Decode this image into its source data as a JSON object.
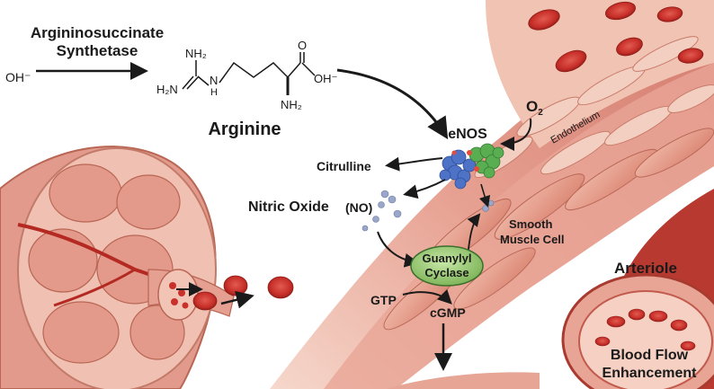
{
  "enzyme": {
    "line1": "Argininosuccinate",
    "line2": "Synthetase"
  },
  "left_fragment": "OH⁻",
  "molecule": {
    "nh2_top": "NH₂",
    "h2n": "H₂N",
    "nh": "N",
    "h": "H",
    "o": "O",
    "oh": "OH⁻",
    "nh2_bottom": "NH₂",
    "name": "Arginine"
  },
  "labels": {
    "enos": "eNOS",
    "o2": "O",
    "o2_sub": "2",
    "endothelium": "Endothelium",
    "citrulline": "Citrulline",
    "nitric_oxide": "Nitric Oxide",
    "no": "(NO)",
    "smooth_line1": "Smooth",
    "smooth_line2": "Muscle Cell",
    "guanylyl_line1": "Guanylyl",
    "guanylyl_line2": "Cyclase",
    "gtp": "GTP",
    "cgmp": "cGMP",
    "arteriole": "Arteriole",
    "blood_line1": "Blood Flow",
    "blood_line2": "Enhancement"
  },
  "colors": {
    "vessel": "#d9867a",
    "vessel_light": "#f2c4b6",
    "muscle": "#e4998c",
    "blood_cell": "#c8302a",
    "guanylyl": "#9fce7a",
    "enos_blue": "#4e73c6",
    "enos_green": "#58ad52",
    "no_dot": "#9aa7c8"
  }
}
